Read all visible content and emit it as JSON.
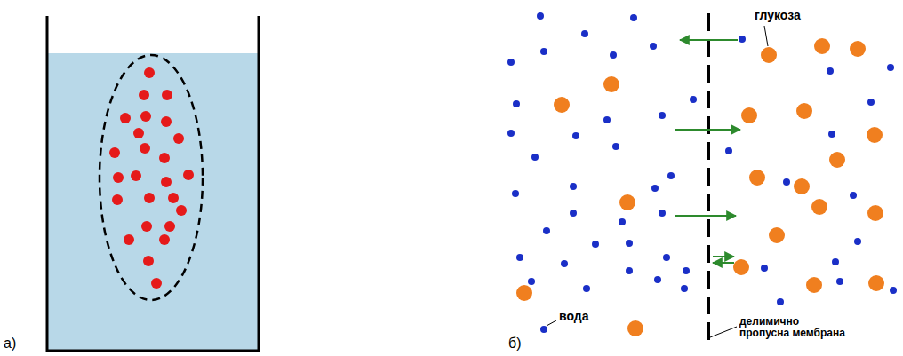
{
  "diagram": {
    "labels": [
      "а)",
      "б)",
      "глукоза",
      "вода",
      "делимично пропусна мембрана"
    ]
  }
}
